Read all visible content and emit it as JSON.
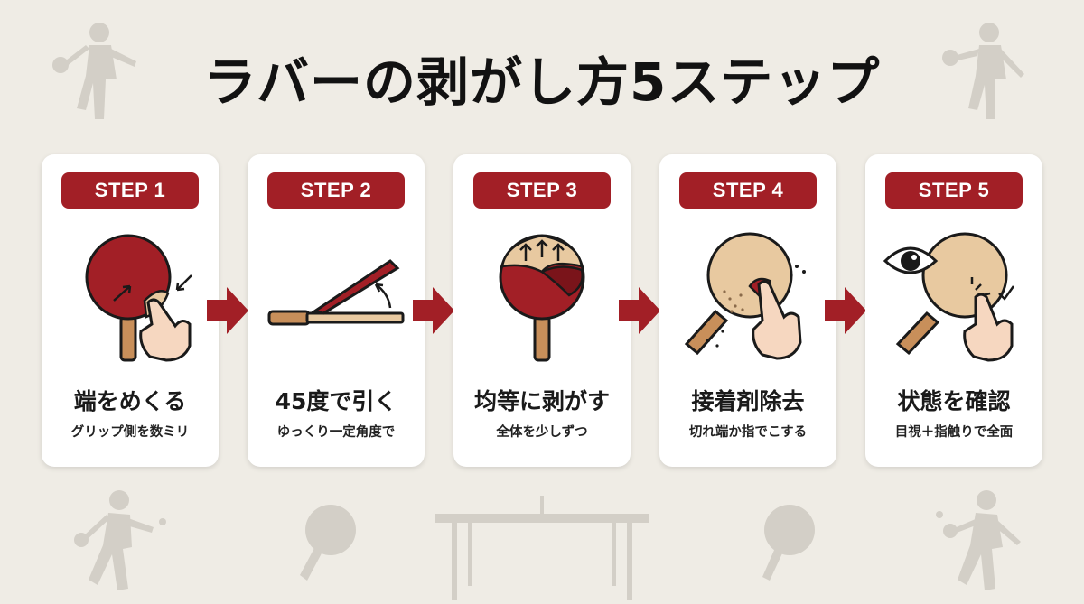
{
  "title": "ラバーの剥がし方5ステップ",
  "colors": {
    "background": "#efece5",
    "accent": "#a21f26",
    "card": "#ffffff",
    "blade_wood": "#e8c9a0",
    "handle": "#c88f5a",
    "silhouette": "#cfcbc3"
  },
  "steps": [
    {
      "badge": "STEP 1",
      "label": "端をめくる",
      "sub": "グリップ側を数ミリ",
      "icon": "paddle-peel-corner-icon"
    },
    {
      "badge": "STEP 2",
      "label": "45度で引く",
      "sub": "ゆっくり一定角度で",
      "icon": "paddle-angle-pull-icon"
    },
    {
      "badge": "STEP 3",
      "label": "均等に剥がす",
      "sub": "全体を少しずつ",
      "icon": "paddle-even-peel-icon"
    },
    {
      "badge": "STEP 4",
      "label": "接着剤除去",
      "sub": "切れ端か指でこする",
      "icon": "paddle-glue-remove-icon"
    },
    {
      "badge": "STEP 5",
      "label": "状態を確認",
      "sub": "目視＋指触りで全面",
      "icon": "paddle-inspect-icon"
    }
  ]
}
